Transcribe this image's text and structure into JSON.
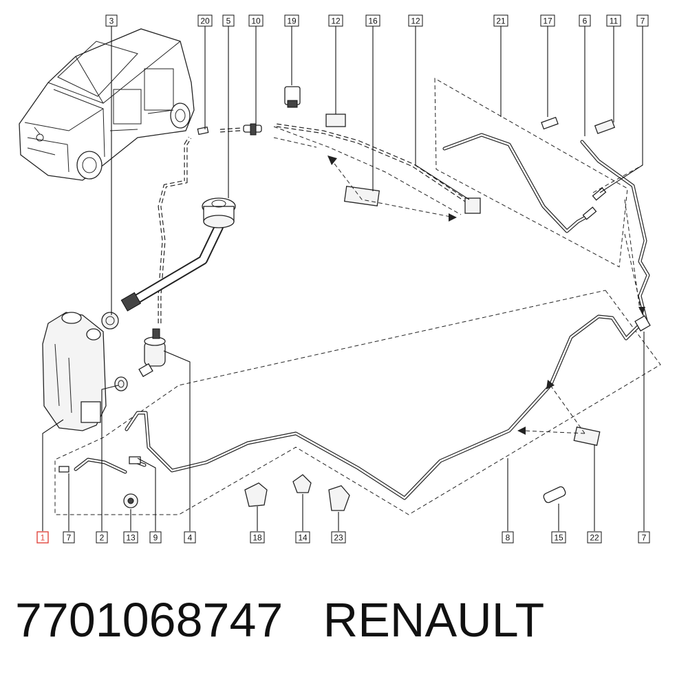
{
  "caption": {
    "part_number": "7701068747",
    "brand": "RENAULT"
  },
  "callouts": [
    {
      "id": "c3",
      "label": "3"
    },
    {
      "id": "c20",
      "label": "20"
    },
    {
      "id": "c5",
      "label": "5"
    },
    {
      "id": "c10",
      "label": "10"
    },
    {
      "id": "c19",
      "label": "19"
    },
    {
      "id": "c12a",
      "label": "12"
    },
    {
      "id": "c16",
      "label": "16"
    },
    {
      "id": "c12b",
      "label": "12"
    },
    {
      "id": "c21",
      "label": "21"
    },
    {
      "id": "c17",
      "label": "17"
    },
    {
      "id": "c6",
      "label": "6"
    },
    {
      "id": "c11",
      "label": "11"
    },
    {
      "id": "c7a",
      "label": "7"
    },
    {
      "id": "c1",
      "label": "1"
    },
    {
      "id": "c7b",
      "label": "7"
    },
    {
      "id": "c2",
      "label": "2"
    },
    {
      "id": "c13",
      "label": "13"
    },
    {
      "id": "c9",
      "label": "9"
    },
    {
      "id": "c4",
      "label": "4"
    },
    {
      "id": "c18",
      "label": "18"
    },
    {
      "id": "c14",
      "label": "14"
    },
    {
      "id": "c23",
      "label": "23"
    },
    {
      "id": "c8",
      "label": "8"
    },
    {
      "id": "c15",
      "label": "15"
    },
    {
      "id": "c22",
      "label": "22"
    },
    {
      "id": "c7c",
      "label": "7"
    }
  ],
  "selected_callout": "1",
  "colors": {
    "ink": "#222222",
    "highlight": "#e0443c",
    "background": "#ffffff"
  }
}
